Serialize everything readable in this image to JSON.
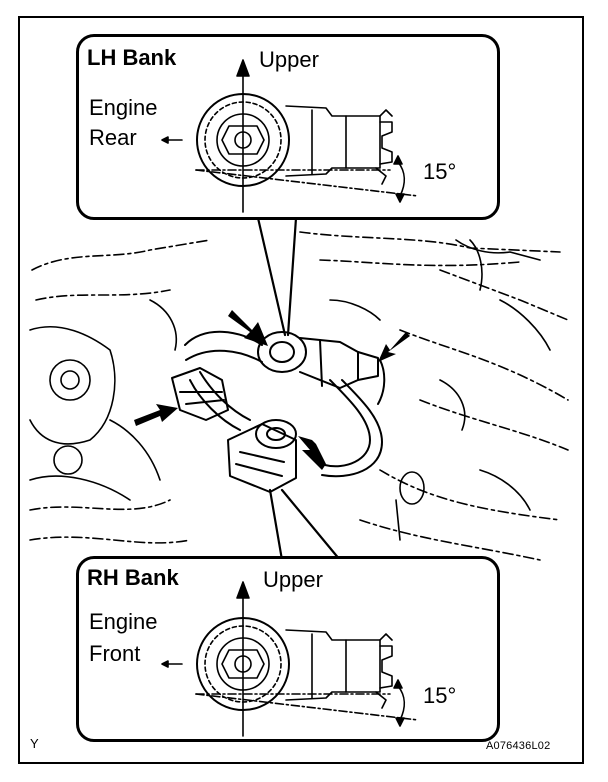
{
  "figure": {
    "corner_mark": "Y",
    "figure_code": "A076436L02"
  },
  "lh_callout": {
    "title": "LH Bank",
    "direction": "Upper",
    "side_line1": "Engine",
    "side_line2": "Rear",
    "angle": "15°"
  },
  "rh_callout": {
    "title": "RH Bank",
    "direction": "Upper",
    "side_line1": "Engine",
    "side_line2": "Front",
    "angle": "15°"
  }
}
